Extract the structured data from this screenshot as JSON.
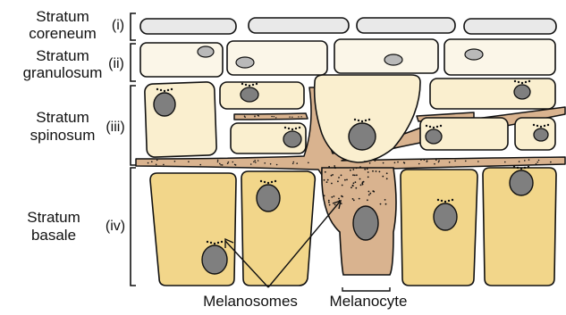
{
  "layers": [
    {
      "line1": "Stratum",
      "line2": "coreneum",
      "numeral": "(i)"
    },
    {
      "line1": "Stratum",
      "line2": "granulosum",
      "numeral": "(ii)"
    },
    {
      "line1": "Stratum",
      "line2": "spinosum",
      "numeral": "(iii)"
    },
    {
      "line1": "Stratum",
      "line2": "basale",
      "numeral": "(iv)"
    }
  ],
  "callouts": {
    "melanosomes": "Melanosomes",
    "melanocyte": "Melanocyte"
  },
  "colors": {
    "corneum_fill": "#e9e9e9",
    "granulosum_fill": "#fbf6e8",
    "spinosum_fill": "#faefcf",
    "basale_fill": "#f2d68a",
    "melanocyte_fill": "#d9b38f",
    "nucleus_fill": "#7f7f7f",
    "outline": "#111111"
  }
}
